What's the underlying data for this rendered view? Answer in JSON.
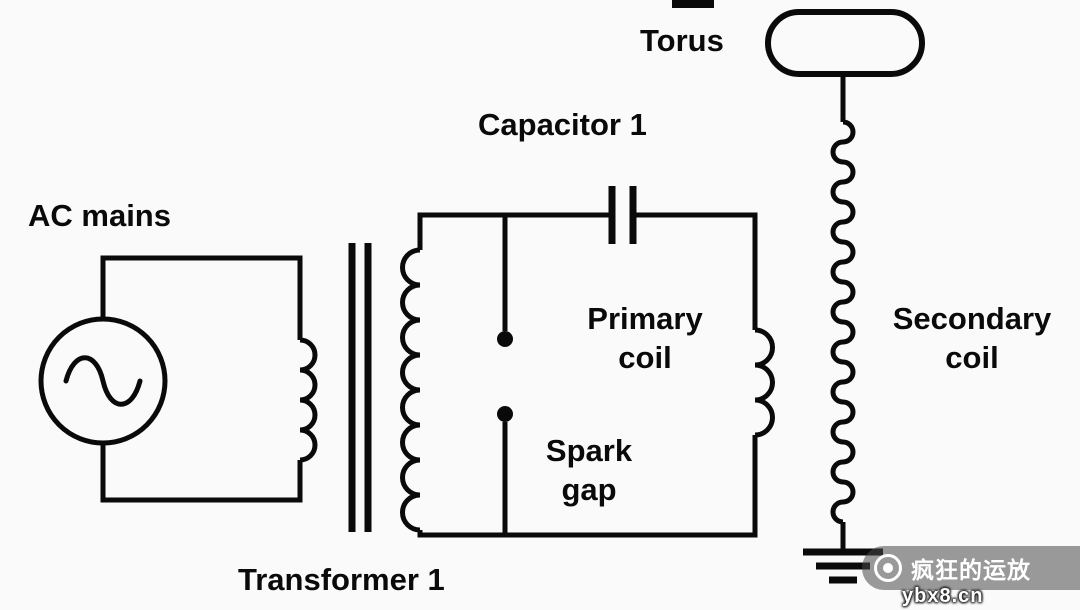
{
  "labels": {
    "ac_mains": "AC mains",
    "capacitor1": "Capacitor 1",
    "torus": "Torus",
    "primary_coil": "Primary\ncoil",
    "spark_gap": "Spark\ngap",
    "secondary_coil": "Secondary\ncoil",
    "transformer1": "Transformer 1"
  },
  "watermark": {
    "brand": "疯狂的运放",
    "site": "ybx8.cn"
  },
  "colors": {
    "line": "#0a0a0a",
    "background": "#fafafa",
    "watermark_text": "#ffffff"
  }
}
